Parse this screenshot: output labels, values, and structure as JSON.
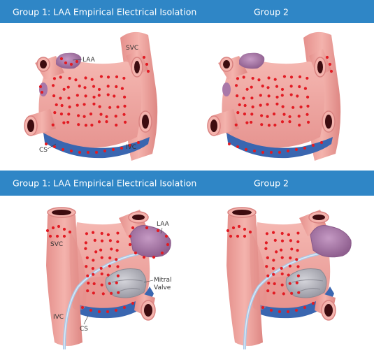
{
  "panels": [
    {
      "group1_title": "Group 1: LAA Empirical Electrical Isolation",
      "group2_title": "Group 2",
      "labels": {
        "laa": "LAA",
        "svc": "SVC",
        "cs": "CS",
        "ivc": "IVC"
      }
    },
    {
      "group1_title": "Group 1: LAA Empirical Electrical Isolation",
      "group2_title": "Group 2",
      "labels": {
        "laa": "LAA",
        "svc": "SVC",
        "mitral_line1": "Mitral",
        "mitral_line2": "Valve",
        "ivc": "IVC",
        "cs": "CS"
      }
    }
  ],
  "colors": {
    "banner": "#2f86c6",
    "tissue": "#f2aaa4",
    "tissue_shade": "#e48d8a",
    "ablation_dot": "#e21b23",
    "coronary_sinus": "#3a66b0",
    "laa": "#a978a8",
    "mitral_valve": "#b8b8c0",
    "catheter": "#a8c8e8"
  }
}
